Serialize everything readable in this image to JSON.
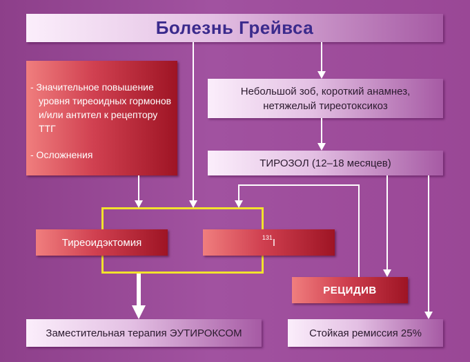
{
  "diagram": {
    "title": "Болезнь Грейвса",
    "indications": {
      "line1": "- Значительное повышение уровня тиреоидных гормонов и/или антител к рецептору ТТГ",
      "line2": "- Осложнения"
    },
    "mild_case": {
      "line1": "Небольшой зоб, короткий анамнез,",
      "line2": "нетяжелый тиреотоксикоз"
    },
    "drug_therapy": "ТИРОЗОЛ (12–18 месяцев)",
    "surgery": "Тиреоидэктомия",
    "radioiodine": {
      "isotope": "131",
      "element": "I"
    },
    "relapse": "РЕЦИДИВ",
    "replacement": "Заместительная терапия ЭУТИРОКСОМ",
    "remission": "Стойкая ремиссия 25%"
  },
  "colors": {
    "background": "#9a4796",
    "light_box_start": "#fbeefb",
    "light_box_end": "#a65aa4",
    "red_box_start": "#f07e7e",
    "red_box_end": "#9e1424",
    "highlight_frame": "#f2e22c",
    "arrow": "#ffffff"
  }
}
